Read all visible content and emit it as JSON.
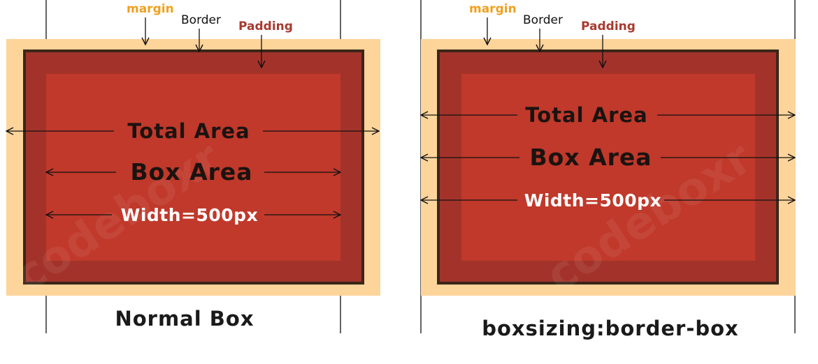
{
  "labels": {
    "margin": "margin",
    "border": "Border",
    "padding": "Padding",
    "total_area": "Total Area",
    "box_area": "Box Area",
    "width": "Width=500px"
  },
  "captions": {
    "left": "Normal Box",
    "right": "boxsizing:border-box"
  },
  "watermark": "codeboxr",
  "colors": {
    "margin": "#fdd49a",
    "border": "#3c2618",
    "padding": "#a3332a",
    "content": "#c0392b",
    "margin_label": "#f0a020",
    "padding_label": "#a83a30"
  }
}
